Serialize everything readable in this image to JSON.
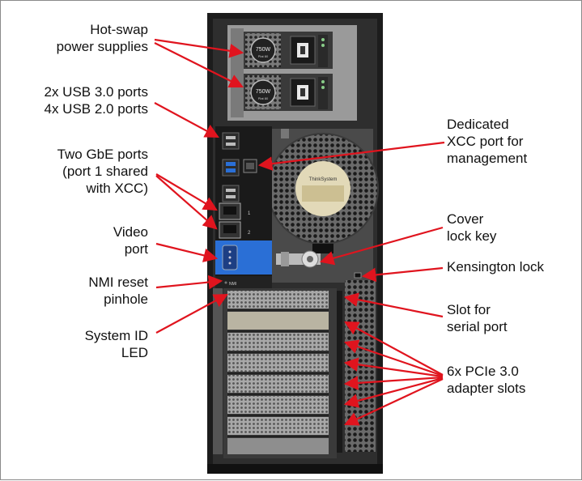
{
  "labels": {
    "hot_swap_power_supplies": "Hot-swap\npower supplies",
    "usb_ports": "2x USB 3.0 ports\n4x USB 2.0 ports",
    "gbe_ports": "Two GbE ports\n(port 1 shared\nwith XCC)",
    "video_port": "Video\nport",
    "nmi_reset": "NMI reset\npinhole",
    "system_id_led": "System ID\nLED",
    "xcc_port": "Dedicated\nXCC port for\nmanagement",
    "cover_lock_key": "Cover\nlock key",
    "kensington_lock": "Kensington lock",
    "serial_port_slot": "Slot for\nserial port",
    "pcie_slots": "6x PCIe 3.0\nadapter slots"
  },
  "hardware_text": {
    "psu_rating": "750W",
    "psu_sub": "Plat 80",
    "port_1": "1",
    "port_2": "2",
    "nmi_mark": "NMI",
    "sticker_text": "ThinkSystem"
  },
  "colors": {
    "callout_arrow": "#e0141e",
    "chassis": "#1c1c1c",
    "panel": "#3a3a3a",
    "io_panel_blue": "#2a6fd6"
  }
}
